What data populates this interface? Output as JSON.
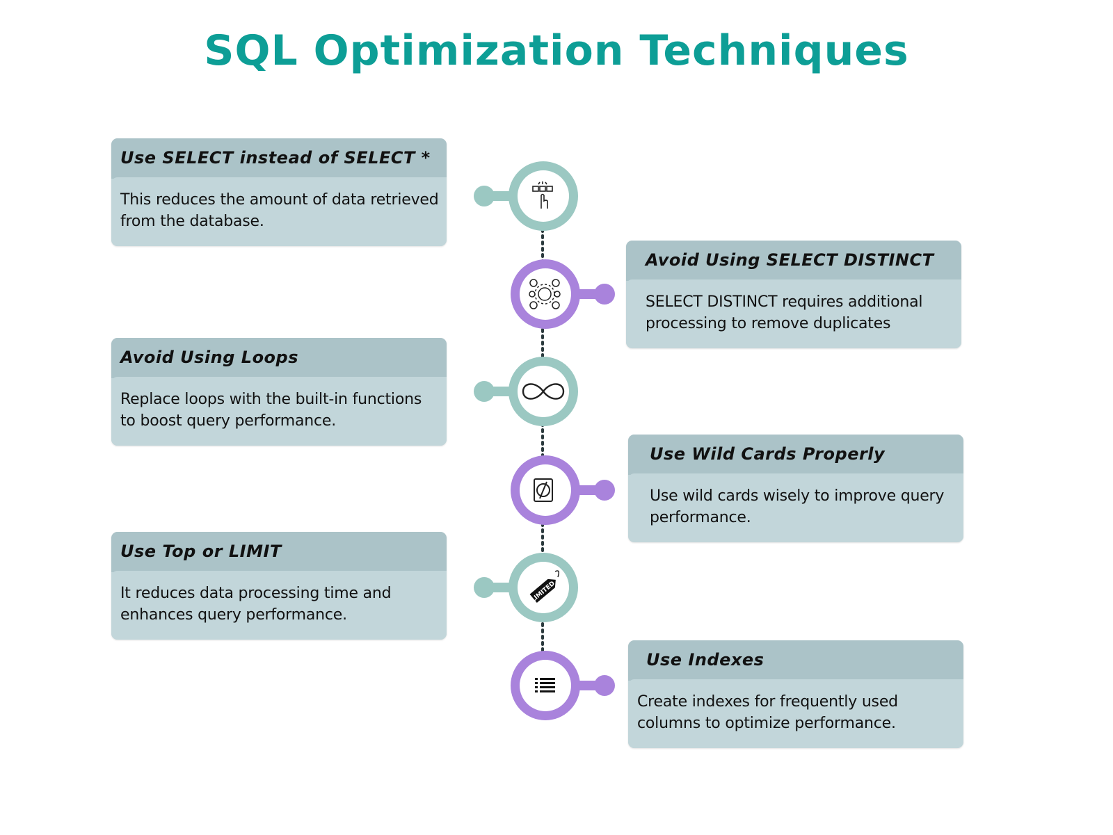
{
  "title": "SQL Optimization Techniques",
  "colors": {
    "title": "#0d9e96",
    "teal_node": "#9bc8c2",
    "purple_node": "#a983dc",
    "card_head": "#abc3c8",
    "card_body": "#c2d6da"
  },
  "steps": [
    {
      "heading": "Use SELECT instead of SELECT *",
      "description": "This reduces the amount of data retrieved from the database.",
      "icon": "grid-tap-icon",
      "node_color": "teal",
      "side": "left"
    },
    {
      "heading": "Avoid Using SELECT DISTINCT",
      "description": "SELECT DISTINCT requires additional processing to remove duplicates",
      "icon": "gear-network-icon",
      "node_color": "purple",
      "side": "right"
    },
    {
      "heading": "Avoid Using Loops",
      "description": "Replace loops with the built-in functions to boost query performance.",
      "icon": "infinity-icon",
      "node_color": "teal",
      "side": "left"
    },
    {
      "heading": "Use Wild Cards Properly",
      "description": "Use wild cards wisely to improve query performance.",
      "icon": "wildcard-card-icon",
      "node_color": "purple",
      "side": "right"
    },
    {
      "heading": "Use Top or LIMIT",
      "description": "It reduces data processing time and enhances query performance.",
      "icon": "limited-tag-icon",
      "node_color": "teal",
      "side": "left",
      "icon_text": "LIMITED"
    },
    {
      "heading": "Use Indexes",
      "description": "Create indexes for frequently used columns to optimize performance.",
      "icon": "list-icon",
      "node_color": "purple",
      "side": "right"
    }
  ]
}
